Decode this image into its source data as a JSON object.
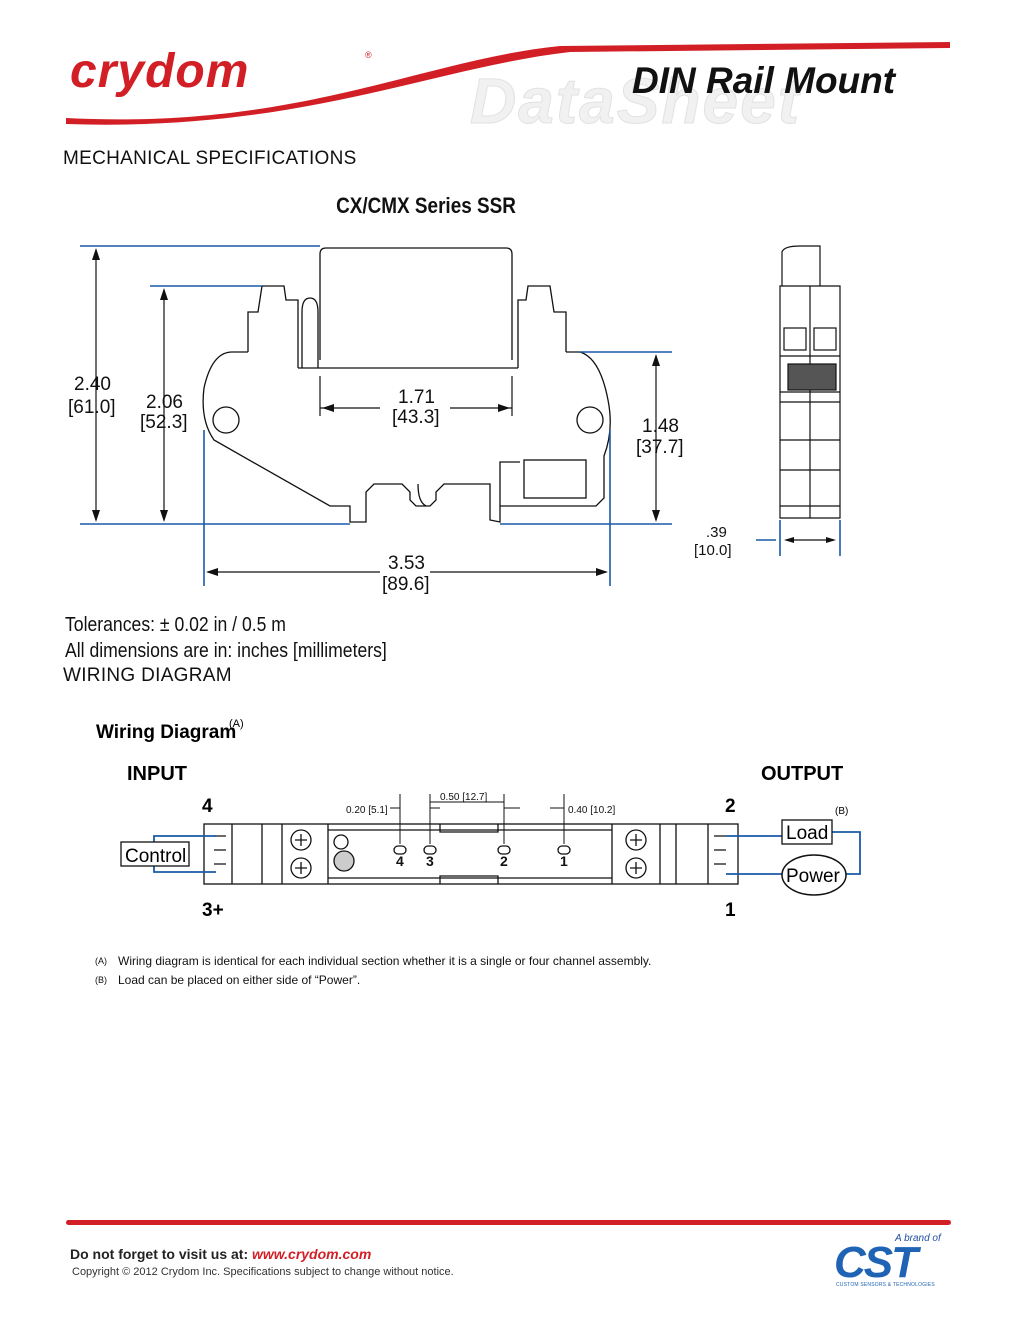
{
  "header": {
    "logo_text": "crydom",
    "logo_mark": "®",
    "watermark": "DataSheet",
    "doc_title": "DIN Rail Mount",
    "brand_color": "#d21f26"
  },
  "mechanical": {
    "section_heading": "MECHANICAL SPECIFICATIONS",
    "title": "CX/CMX Series SSR",
    "dims": {
      "height_total_in": "2.40",
      "height_total_mm": "[61.0]",
      "height_mid_in": "2.06",
      "height_mid_mm": "[52.3]",
      "inner_width_in": "1.71",
      "inner_width_mm": "[43.3]",
      "right_height_in": "1.48",
      "right_height_mm": "[37.7]",
      "total_width_in": "3.53",
      "total_width_mm": "[89.6]",
      "side_width_in": ".39",
      "side_width_mm": "[10.0]"
    },
    "tolerance_line": "Tolerances: ± 0.02 in / 0.5 m",
    "units_line": "All dimensions are in: inches [millimeters]"
  },
  "wiring": {
    "section_heading": "WIRING DIAGRAM",
    "title": "Wiring Diagram",
    "title_note": "(A)",
    "input_label": "INPUT",
    "output_label": "OUTPUT",
    "terminal_4": "4",
    "terminal_3": "3+",
    "terminal_2": "2",
    "terminal_1": "1",
    "control_label": "Control",
    "load_label": "Load",
    "load_note": "(B)",
    "power_label": "Power",
    "dim_a": "0.20 [5.1]",
    "dim_b": "0.50 [12.7]",
    "dim_c": "0.40 [10.2]",
    "pin_labels": [
      "4",
      "3",
      "2",
      "1"
    ],
    "notes": [
      {
        "mark": "(A)",
        "text": "Wiring diagram is identical for each individual section whether it is a single or four channel assembly."
      },
      {
        "mark": "(B)",
        "text": "Load can be placed on either side of “Power”."
      }
    ]
  },
  "footer": {
    "visit_text": "Do not forget to visit us at:",
    "url": "www.crydom.com",
    "copyright": "Copyright © 2012 Crydom Inc. Specifications subject to change without notice.",
    "brand_of": "A brand of",
    "cst_logo": "CST",
    "cst_sub": "CUSTOM SENSORS & TECHNOLOGIES"
  }
}
